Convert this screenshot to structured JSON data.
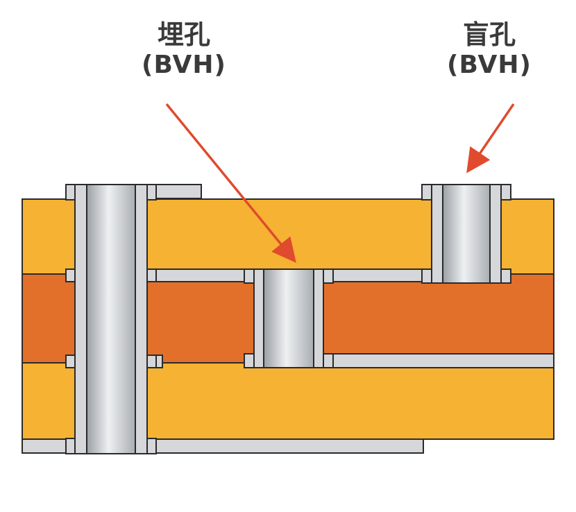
{
  "labels": {
    "buried": {
      "title": "埋孔",
      "abbr": "(BVH)"
    },
    "blind": {
      "title": "盲孔",
      "abbr": "(BVH)"
    }
  },
  "colors": {
    "prepreg": "#F6B232",
    "core": "#E2702A",
    "copper": "#D5D7DA",
    "via_barrel": "#C9CDD1",
    "outline": "#2a2a2a",
    "arrow": "#E04A2E"
  }
}
